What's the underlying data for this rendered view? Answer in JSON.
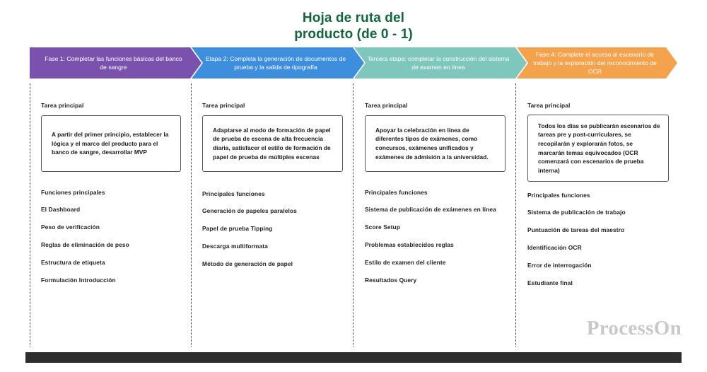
{
  "title": "Hoja de ruta del\nproducto (de 0 - 1)",
  "title_line1": "Hoja de ruta del",
  "title_line2": "producto (de 0 - 1)",
  "watermark": "ProcessOn",
  "colors": {
    "title": "#13663C",
    "phase1": "#7A52AE",
    "phase2": "#3E8EDE",
    "phase3": "#7FC6BD",
    "phase4": "#F4A24C",
    "bottom_bar": "#2e2e2e",
    "watermark": "#c9c9c9"
  },
  "phases": [
    {
      "banner": "Fase 1: Completar las funciones básicas del banco de sangre",
      "task_heading": "Tarea principal",
      "task_text": "A partir del primer principio, establecer la lógica y el marco del producto para el banco de sangre, desarrollar MVP",
      "features_heading": "Funciones principales",
      "features": [
        "El Dashboard",
        "Peso de verificación",
        "Reglas de eliminación de peso",
        "Estructura de etiqueta",
        "Formulación Introducción"
      ]
    },
    {
      "banner": "Etapa 2: Completa la generación de documentos de prueba y la salida de tipografía",
      "task_heading": "Tarea principal",
      "task_text": "Adaptarse al modo de formación de papel de prueba de escena de alta frecuencia diaria, satisfacer el estilo de formación de papel de prueba de múltiples escenas",
      "features_heading": "Principales funciones",
      "features": [
        "Generación de papeles paralelos",
        "Papel de prueba Tipping",
        "Descarga multiformata",
        "Método de generación de papel"
      ]
    },
    {
      "banner": "Tercera etapa: completar la construcción del sistema de examen en línea",
      "task_heading": "Tarea principal",
      "task_text": "Apoyar la celebración en línea de diferentes tipos de exámenes, como concursos, exámenes unificados y exámenes de admisión a la universidad.",
      "features_heading": "Principales funciones",
      "features": [
        "Sistema de publicación de exámenes en línea",
        "Score Setup",
        "Problemas establecidos reglas",
        "Estilo de examen del cliente",
        "Resultados Query"
      ]
    },
    {
      "banner": "Fase 4: Complete el acceso al escenario de trabajo y la exploración del reconocimiento de OCR",
      "task_heading": "Tarea principal",
      "task_text": "Todos los días se publicarán escenarios de tareas pre y post-curriculares, se recopilarán y explorarán fotos, se marcarán temas equivocados (OCR comenzará con escenarios de prueba interna)",
      "features_heading": "Principales funciones",
      "features": [
        "Sistema de publicación de trabajo",
        "Puntuación de tareas del maestro",
        "Identificación OCR",
        "Error de interrogación",
        "Estudiante final"
      ]
    }
  ]
}
